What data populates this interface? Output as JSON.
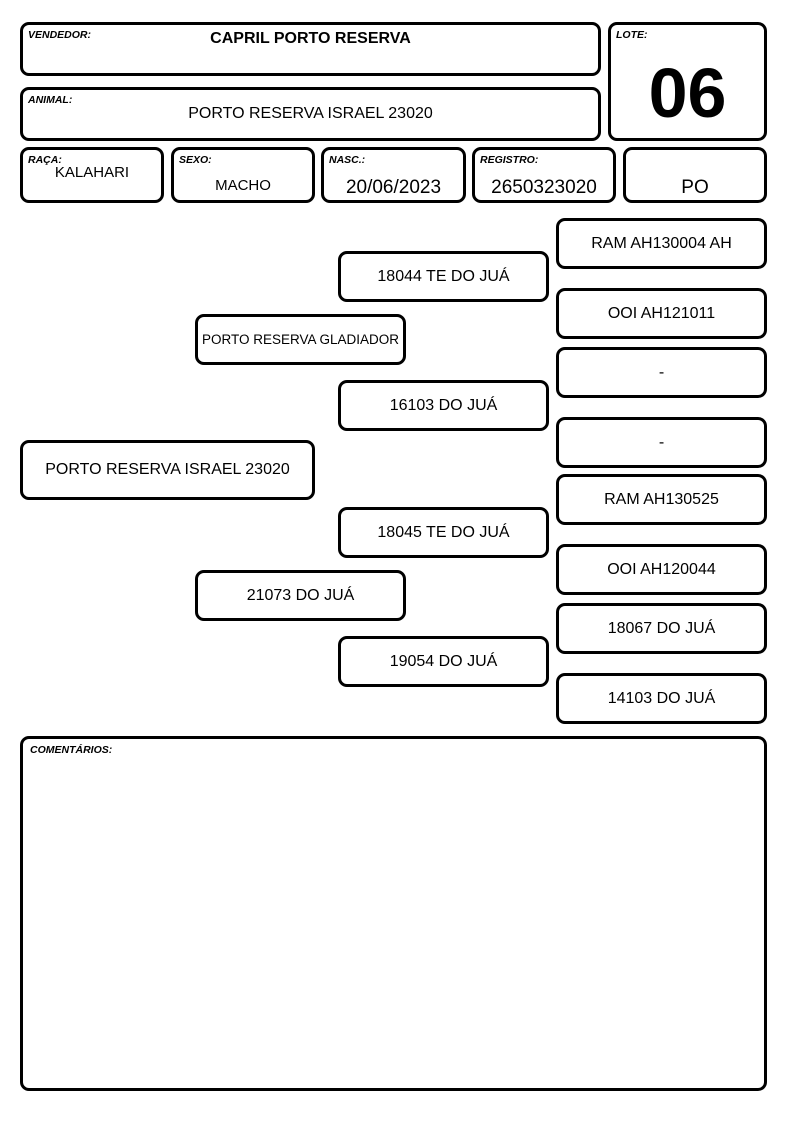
{
  "vendedor": {
    "label": "VENDEDOR:",
    "value": "CAPRIL PORTO RESERVA"
  },
  "animal": {
    "label": "ANIMAL:",
    "value": "PORTO RESERVA ISRAEL 23020"
  },
  "lote": {
    "label": "LOTE:",
    "value": "06"
  },
  "raca": {
    "label": "RAÇA:",
    "value": "KALAHARI"
  },
  "sexo": {
    "label": "SEXO:",
    "value": "MACHO"
  },
  "nasc": {
    "label": "NASC.:",
    "value": "20/06/2023"
  },
  "registro": {
    "label": "REGISTRO:",
    "value": "2650323020"
  },
  "categoria": {
    "value": "PO"
  },
  "pedigree": {
    "animal": "PORTO RESERVA ISRAEL 23020",
    "pai": "PORTO RESERVA GLADIADOR",
    "mae": "21073 DO JUÁ",
    "avo_pat_pai": "18044 TE DO JUÁ",
    "avo_pat_mae": "16103 DO JUÁ",
    "avo_mat_pai": "18045 TE DO JUÁ",
    "avo_mat_mae": "19054 DO JUÁ",
    "bisavos": [
      "RAM AH130004 AH",
      "OOI AH121011",
      "-",
      "-",
      "RAM AH130525",
      "OOI AH120044",
      "18067 DO JUÁ",
      "14103 DO JUÁ"
    ]
  },
  "comentarios": {
    "label": "COMENTÁRIOS:"
  }
}
